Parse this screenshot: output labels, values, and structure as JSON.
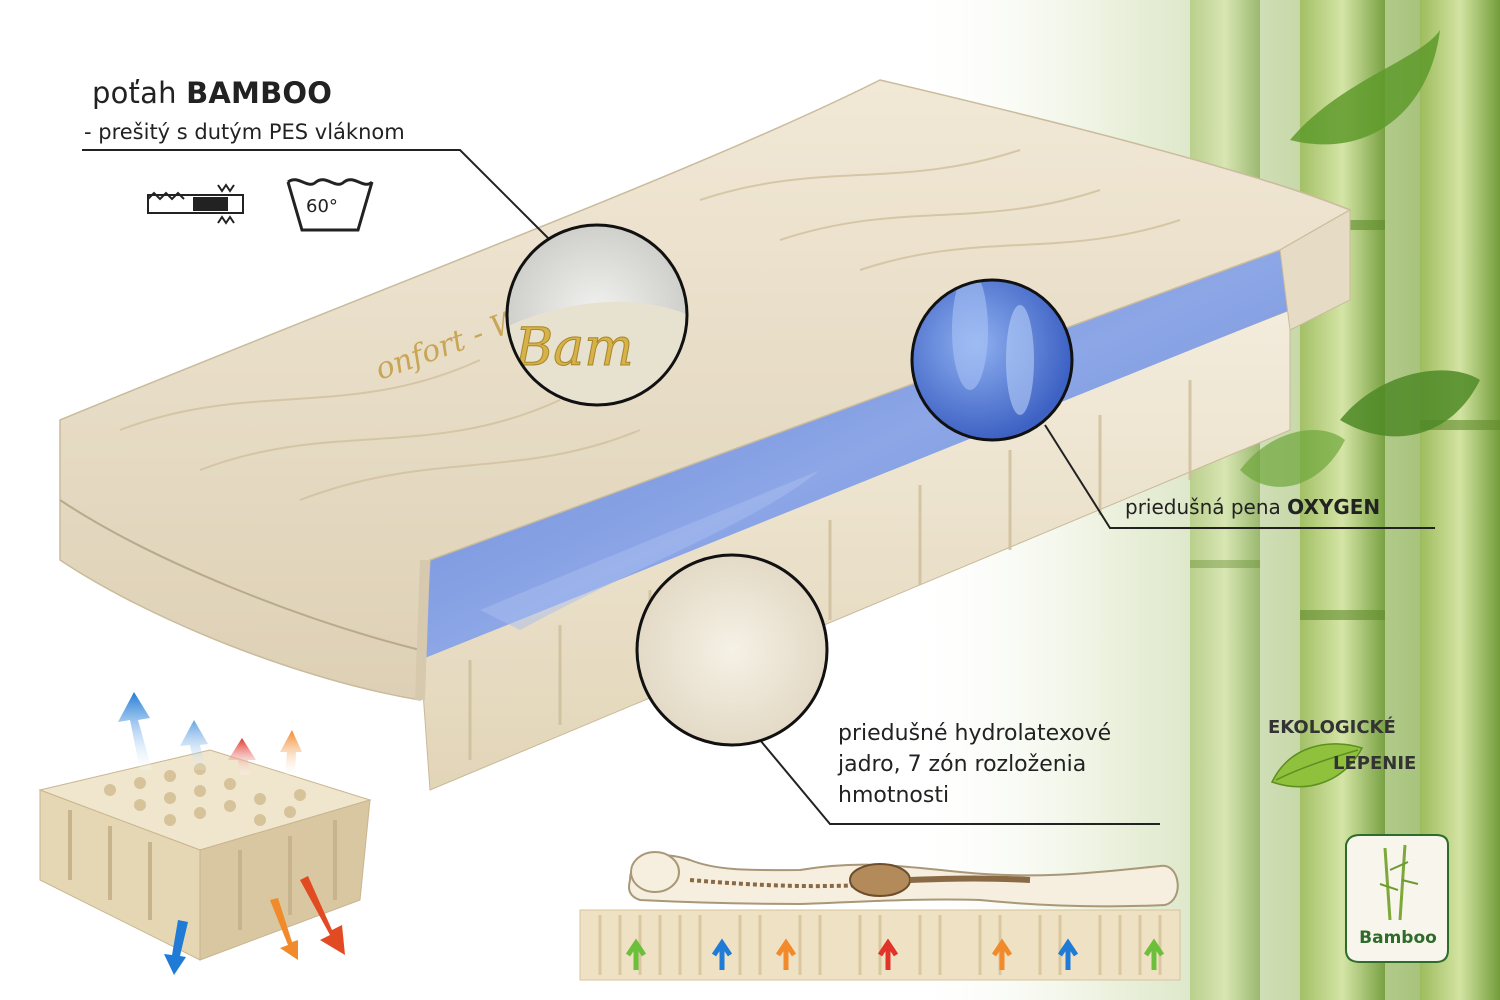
{
  "cover": {
    "title_prefix": "poťah",
    "title_bold": "BAMBOO",
    "subtitle": "- prešitý s dutým PES vláknom"
  },
  "icons": {
    "zipper": "zipper-icon",
    "wash": "wash-60-icon",
    "wash_label": "60°"
  },
  "foam": {
    "prefix": "priedušná pena",
    "bold": "OXYGEN"
  },
  "core": {
    "line1": "priedušné hydrolatexové",
    "line2": "jadro, 7 zón rozloženia",
    "line3": "hmotnosti"
  },
  "eco": {
    "line1": "EKOLOGICKÉ",
    "line2": "LEPENIE"
  },
  "badge": {
    "label": "Bamboo"
  },
  "colors": {
    "fabric": "#e8dcc4",
    "foam_blue": "#6f8fd6",
    "latex": "#efe6d2",
    "bamboo_green": "#7ea83a"
  }
}
